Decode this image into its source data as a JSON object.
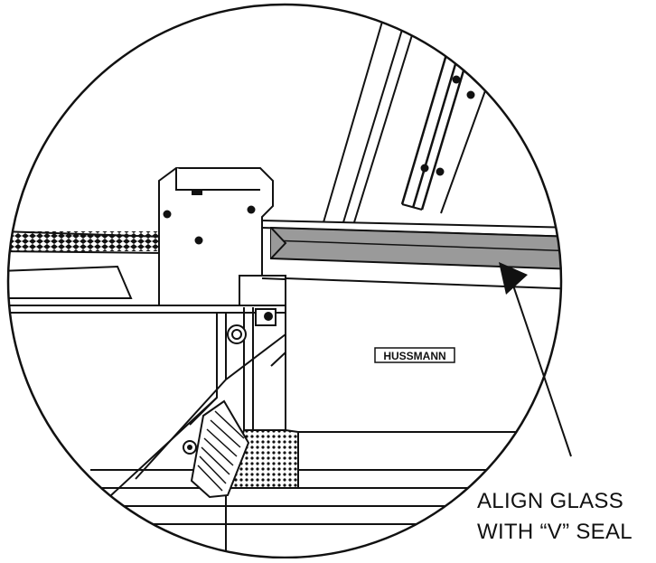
{
  "figure": {
    "callout": {
      "line1": "ALIGN GLASS",
      "line2": "WITH “V” SEAL"
    },
    "brand_plate": "HUSSMANN"
  },
  "colors": {
    "line": "#111111",
    "seal_fill": "#9a9a9a",
    "background": "#ffffff"
  }
}
